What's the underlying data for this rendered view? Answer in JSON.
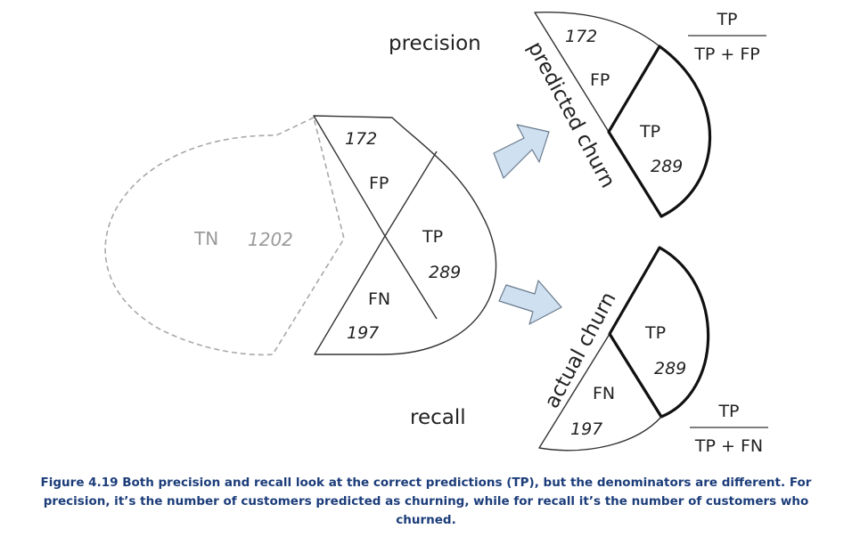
{
  "main": {
    "tn_label": "TN",
    "tn_value": "1202",
    "fp_label": "FP",
    "fp_value": "172",
    "tp_label": "TP",
    "tp_value": "289",
    "fn_label": "FN",
    "fn_value": "197"
  },
  "precision": {
    "title": "precision",
    "side_label": "predicted churn",
    "fp_label": "FP",
    "fp_value": "172",
    "tp_label": "TP",
    "tp_value": "289",
    "formula_numerator": "TP",
    "formula_denominator": "TP + FP"
  },
  "recall": {
    "title": "recall",
    "side_label": "actual churn",
    "fn_label": "FN",
    "fn_value": "197",
    "tp_label": "TP",
    "tp_value": "289",
    "formula_numerator": "TP",
    "formula_denominator": "TP + FN"
  },
  "caption": "Figure 4.19 Both precision and recall look at the correct predictions (TP), but the denominators are different. For precision, it’s the number of customers predicted as churning, while for recall it’s the number of customers who churned.",
  "colors": {
    "arrow_fill": "#cfe0f1",
    "arrow_stroke": "#6a7a8c",
    "caption_text": "#1c3d7a",
    "tn_dashed": "#a8a8a8"
  }
}
